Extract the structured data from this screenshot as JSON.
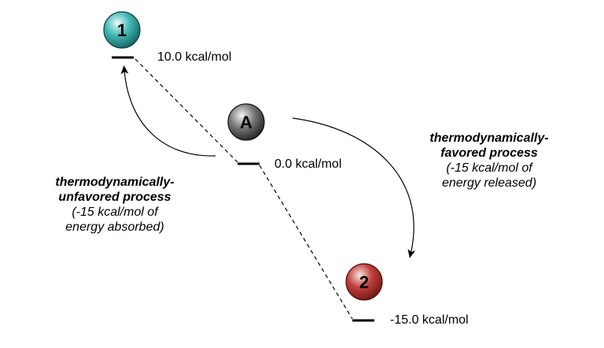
{
  "states": {
    "one": {
      "label": "1",
      "energy": "10.0 kcal/mol",
      "color": "#2fa8a3"
    },
    "a": {
      "label": "A",
      "energy": "0.0 kcal/mol",
      "color": "#3a3a3a"
    },
    "two": {
      "label": "2",
      "energy": "-15.0 kcal/mol",
      "color": "#b3302d"
    }
  },
  "unfavored": {
    "line1": "thermodynamically-",
    "line2": "unfavored process",
    "line3": "(-15 kcal/mol of",
    "line4": "energy absorbed)"
  },
  "favored": {
    "line1": "thermodynamically-",
    "line2": "favored process",
    "line3": "(-15 kcal/mol of",
    "line4": "energy released)"
  }
}
